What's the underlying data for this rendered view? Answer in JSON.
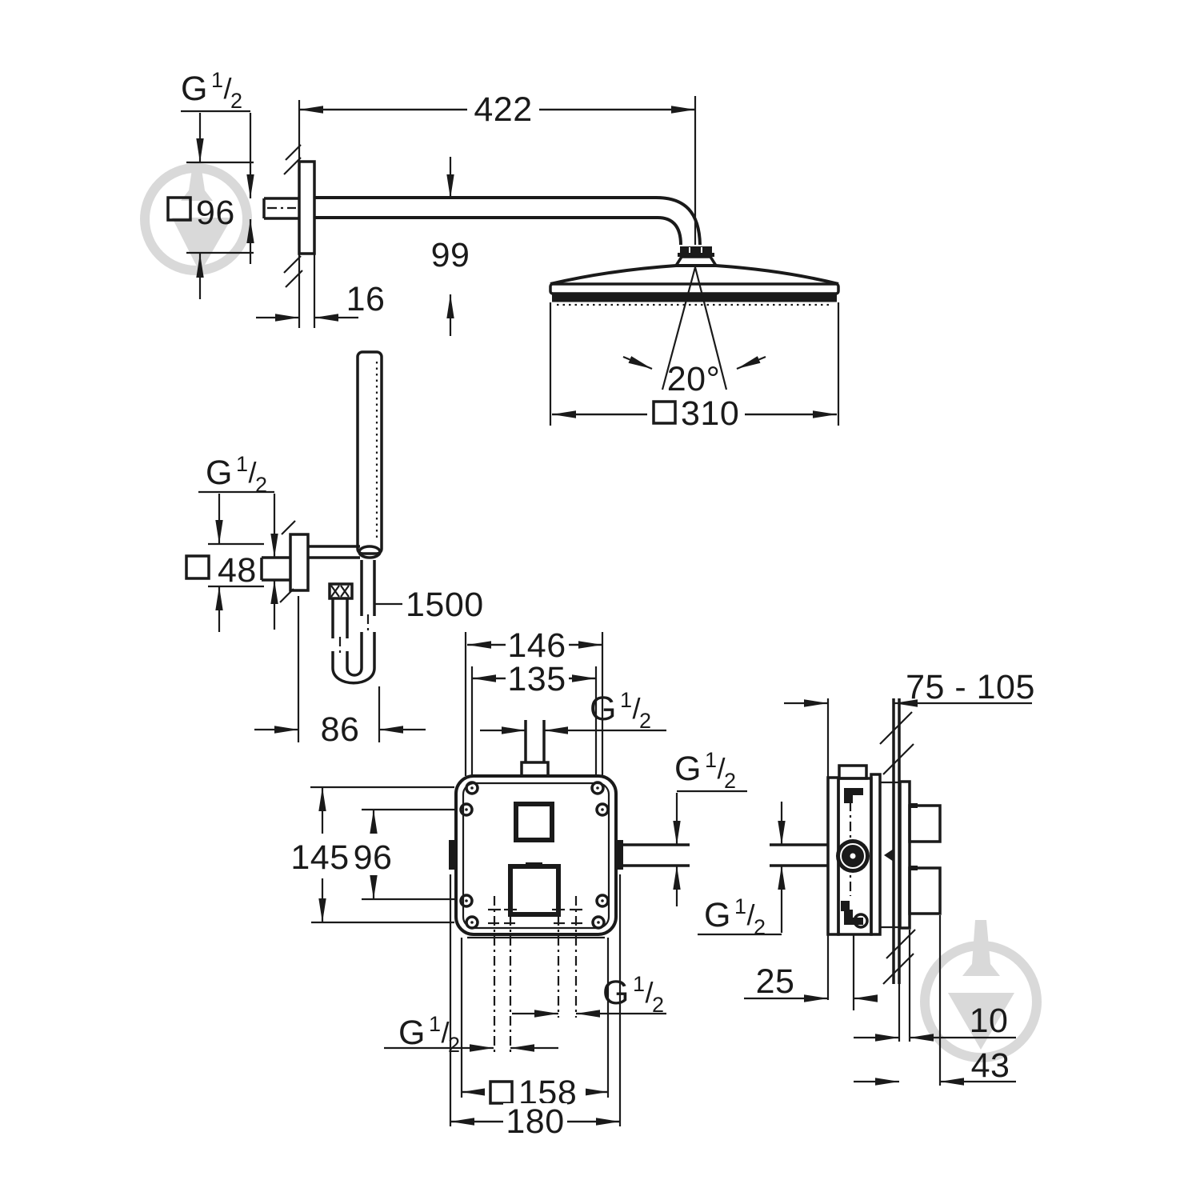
{
  "drawing": {
    "type": "technical-dimension-drawing",
    "subject": "concealed shower set (head shower with arm, hand shower with holder, rough-in mounting box, thermostat valve side view)",
    "units": "mm"
  },
  "colors": {
    "line": "#1a1a1a",
    "background": "#ffffff",
    "watermark": "#d9d9d9"
  },
  "thread": {
    "g": "G",
    "num": "1",
    "slash": "/",
    "den": "2"
  },
  "icons": {
    "square_symbol": "square-outline",
    "watermark": "trowel-in-circle-badge"
  },
  "dims": {
    "arm_length": "422",
    "arm_drop": "99",
    "wall_plate_sq": "96",
    "plate_thickness": "16",
    "spray_angle": "20°",
    "head_sq": "310",
    "holder_plate_sq": "48",
    "hose_length": "1500",
    "holder_offset": "86",
    "box_width_outer": "146",
    "box_width_inner": "135",
    "box_height_outer": "145",
    "box_height_inner": "96",
    "box_plate_sq": "158",
    "box_total": "180",
    "install_depth_range": "75 - 105",
    "depth_box_rim": "25",
    "tile_thickness": "10",
    "trim_depth": "43"
  }
}
